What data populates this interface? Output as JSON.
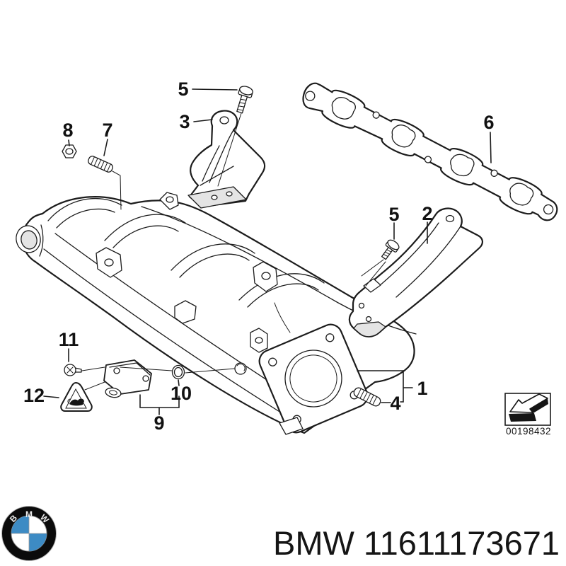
{
  "diagram": {
    "callout_labels": [
      "1",
      "2",
      "3",
      "4",
      "5",
      "6",
      "7",
      "8",
      "9",
      "10",
      "11",
      "12"
    ],
    "ref_code": "00198432"
  },
  "footer": {
    "part_label": "BMW 11611173671",
    "logo": {
      "letter_b": "B",
      "letter_m": "M",
      "letter_w": "W",
      "blue": "#3d8bc4",
      "ring_color": "#0b0b0b"
    }
  },
  "colors": {
    "line": "#1c1c1c",
    "background": "#ffffff"
  }
}
